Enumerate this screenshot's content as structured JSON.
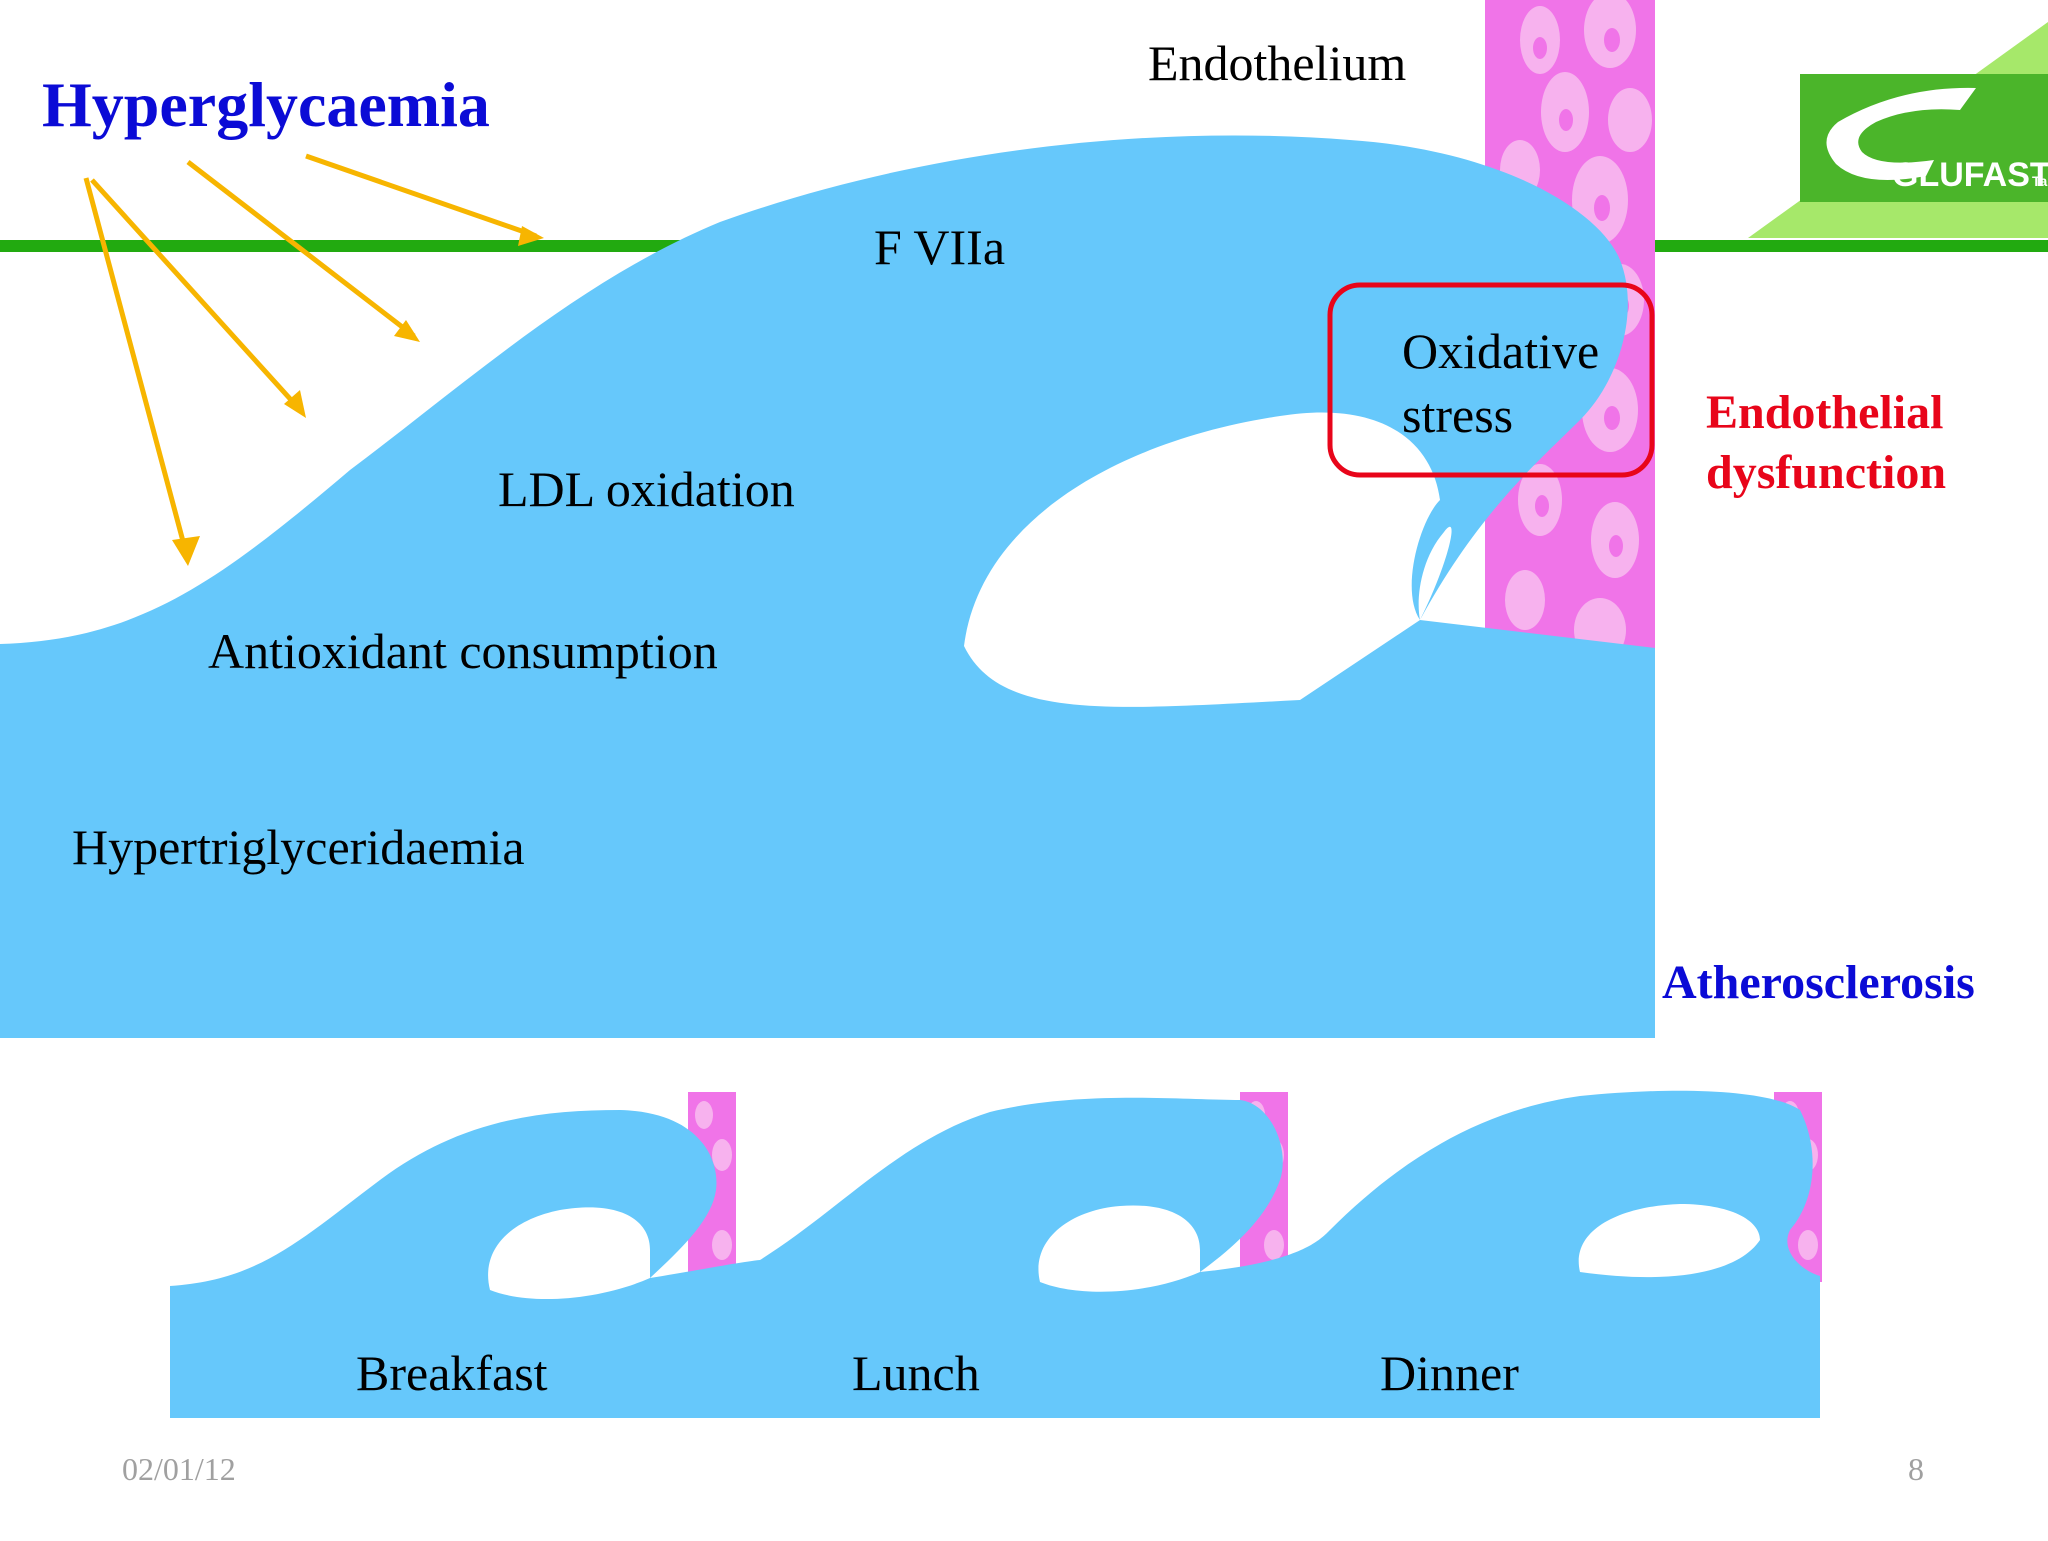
{
  "title": "Hyperglycaemia",
  "labels": {
    "endothelium": "Endothelium",
    "f7a": "F VIIa",
    "oxidative_line1": "Oxidative",
    "oxidative_line2": "stress",
    "ldl": "LDL oxidation",
    "antioxidant": "Antioxidant consumption",
    "hypertrig": "Hypertriglyceridaemia",
    "endo_dys_line1": "Endothelial",
    "endo_dys_line2": "dysfunction",
    "atherosclerosis": "Atherosclerosis"
  },
  "meals": [
    "Breakfast",
    "Lunch",
    "Dinner"
  ],
  "logo": {
    "text": "GLUFAST",
    "suffix": "Tab."
  },
  "footer": {
    "date": "02/01/12",
    "page": "8"
  },
  "colors": {
    "wave": "#66c8fb",
    "title_blue": "#0b0bd6",
    "accent_red": "#e8051a",
    "arrow": "#f7b500",
    "green_line": "#22aa10",
    "wall": "#f074e8",
    "cell": "#f7b2ee",
    "logo_green": "#4bb52a",
    "logo_light": "#a6e86a"
  }
}
